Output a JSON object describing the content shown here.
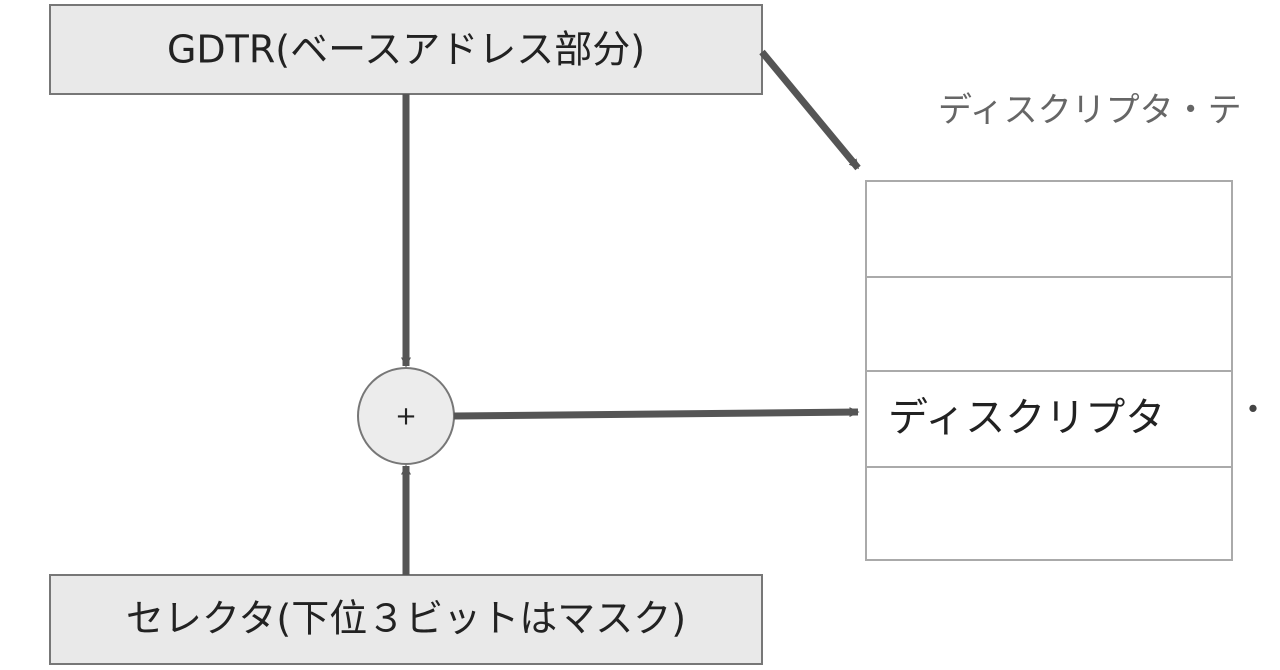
{
  "gdtr_box": {
    "label": "GDTR(ベースアドレス部分)"
  },
  "selector_box": {
    "label": "セレクタ(下位３ビットはマスク)"
  },
  "adder": {
    "symbol": "+"
  },
  "descriptor_table": {
    "caption": "ディスクリプタ・テ",
    "rows": [
      {
        "label": ""
      },
      {
        "label": ""
      },
      {
        "label": "ディスクリプタ"
      },
      {
        "label": ""
      }
    ],
    "continuation": "・・"
  },
  "colors": {
    "box_fill": "#e9e9e9",
    "box_stroke": "#777777",
    "arrow": "#555555",
    "table_stroke": "#aaaaaa",
    "caption_text": "#666666"
  }
}
